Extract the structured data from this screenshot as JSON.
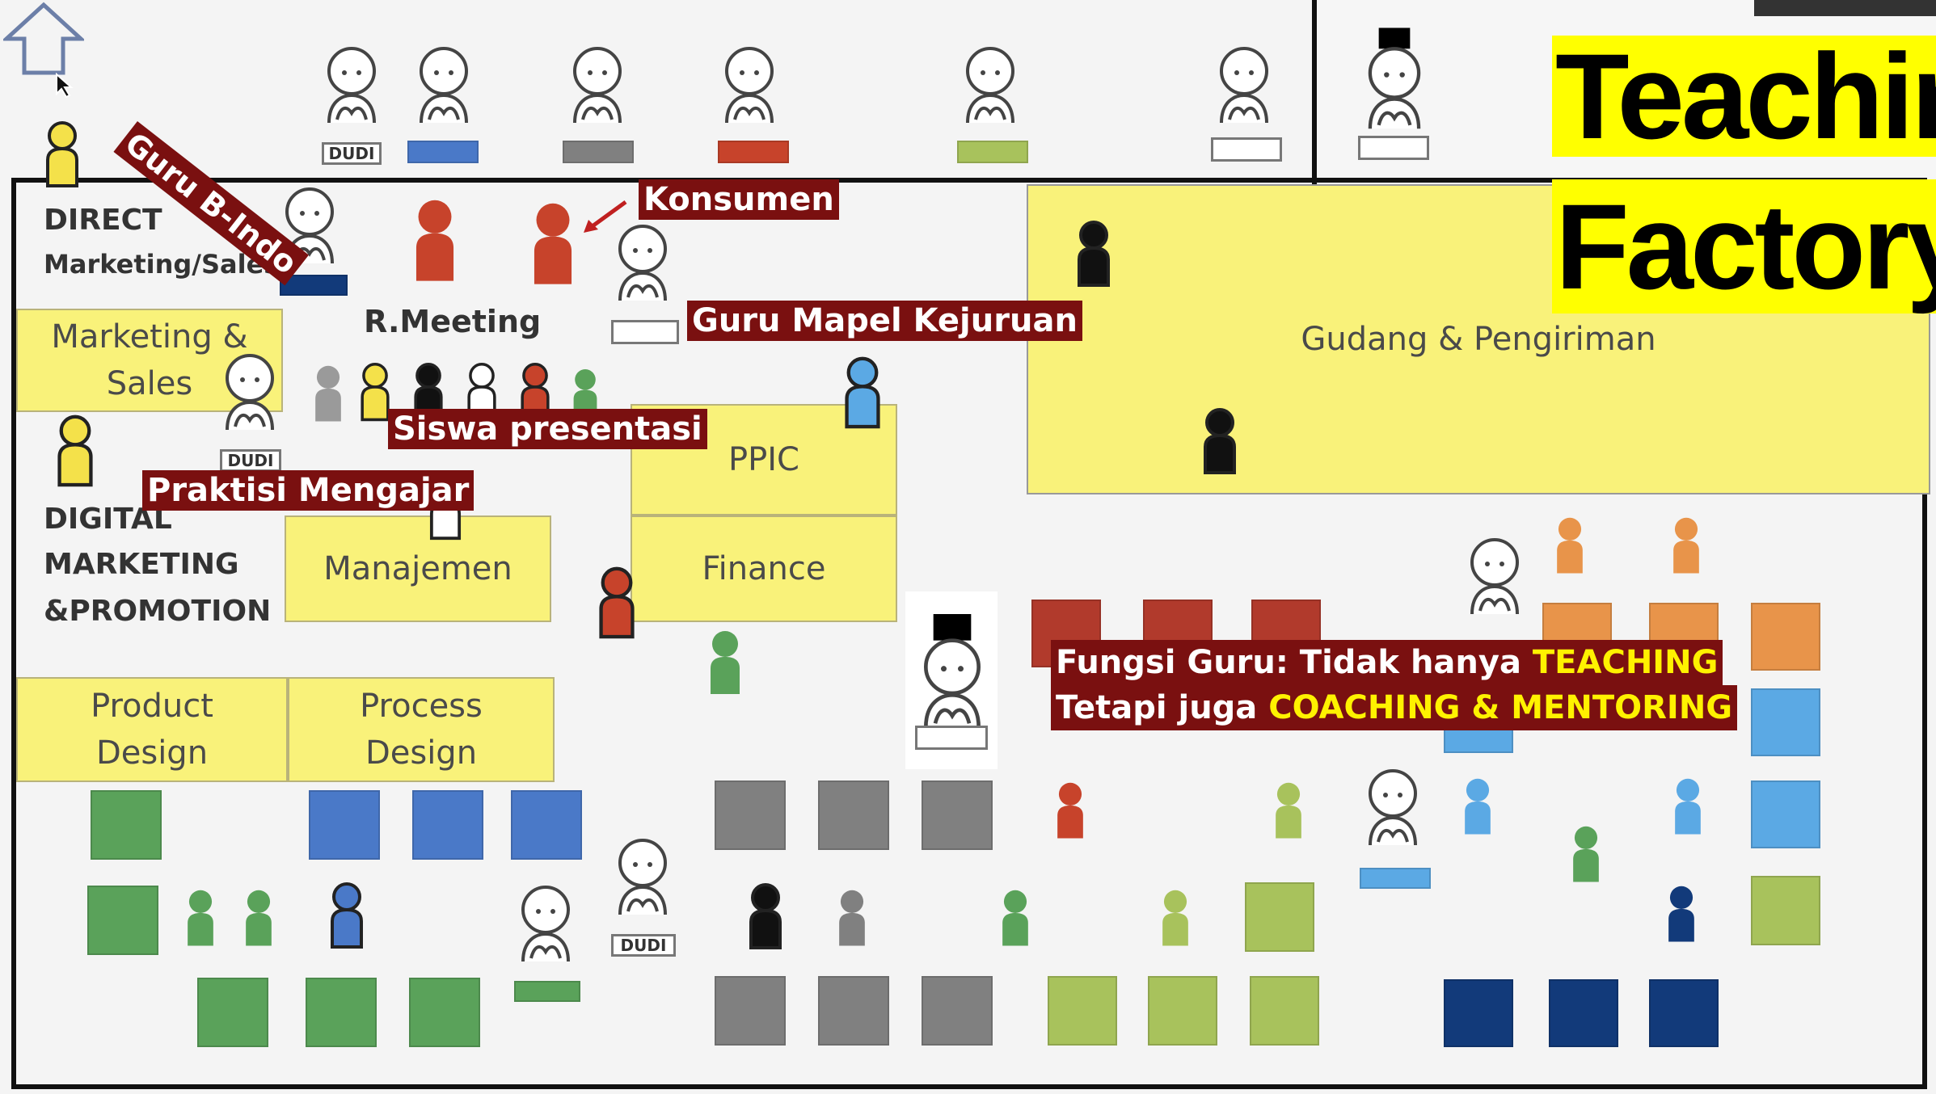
{
  "title": {
    "line1": "Teachin",
    "line2": "Factory"
  },
  "zones": {
    "direct_line1": "DIRECT",
    "direct_line2": "Marketing/Sales",
    "marketing_sales": "Marketing &\nSales",
    "rmeeting": "R.Meeting",
    "ppic": "PPIC",
    "finance": "Finance",
    "manajemen": "Manajemen",
    "digital_line1": "DIGITAL",
    "digital_line2": "MARKETING",
    "digital_line3": "&PROMOTION",
    "product_design": "Product\nDesign",
    "process_design": "Process\nDesign",
    "gudang": "Gudang & Pengiriman"
  },
  "tags": {
    "dudi": "DUDI"
  },
  "annotations": {
    "guru_bindo": "Guru B-Indo",
    "konsumen": "Konsumen",
    "guru_mapel": "Guru Mapel Kejuruan",
    "siswa_presentasi": "Siswa presentasi",
    "praktisi": "Praktisi Mengajar",
    "fungsi_pre": "Fungsi Guru: Tidak hanya ",
    "fungsi_teaching": "TEACHING",
    "fungsi_tetapi": "Tetapi juga ",
    "fungsi_coaching": "COACHING & MENTORING"
  },
  "colors": {
    "zone_yellow": "#f9f27a",
    "annotation_bg": "#7a1010",
    "highlight_yellow": "#fff200",
    "red": "#c7432b",
    "gray": "#808080",
    "green": "#5aa25a",
    "blue": "#4a79c8",
    "light_blue": "#5ba9e4",
    "orange": "#e8944a",
    "olive": "#a8c25c",
    "navy": "#123a7a",
    "dark_red": "#a12a28"
  }
}
